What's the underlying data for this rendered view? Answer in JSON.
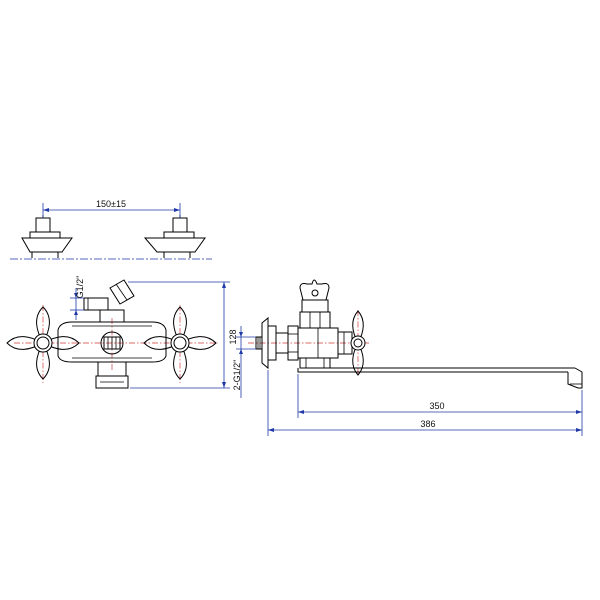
{
  "dimensions": {
    "spacing": "150±15",
    "height": "128",
    "inlet_thread": "G1/2\"",
    "outlet_thread": "2-G1/2\"",
    "spout_reach": "350",
    "overall_length": "386"
  },
  "colors": {
    "outline": "#000000",
    "dimension": "#1f3aa8",
    "centerline": "#d43a3a"
  }
}
